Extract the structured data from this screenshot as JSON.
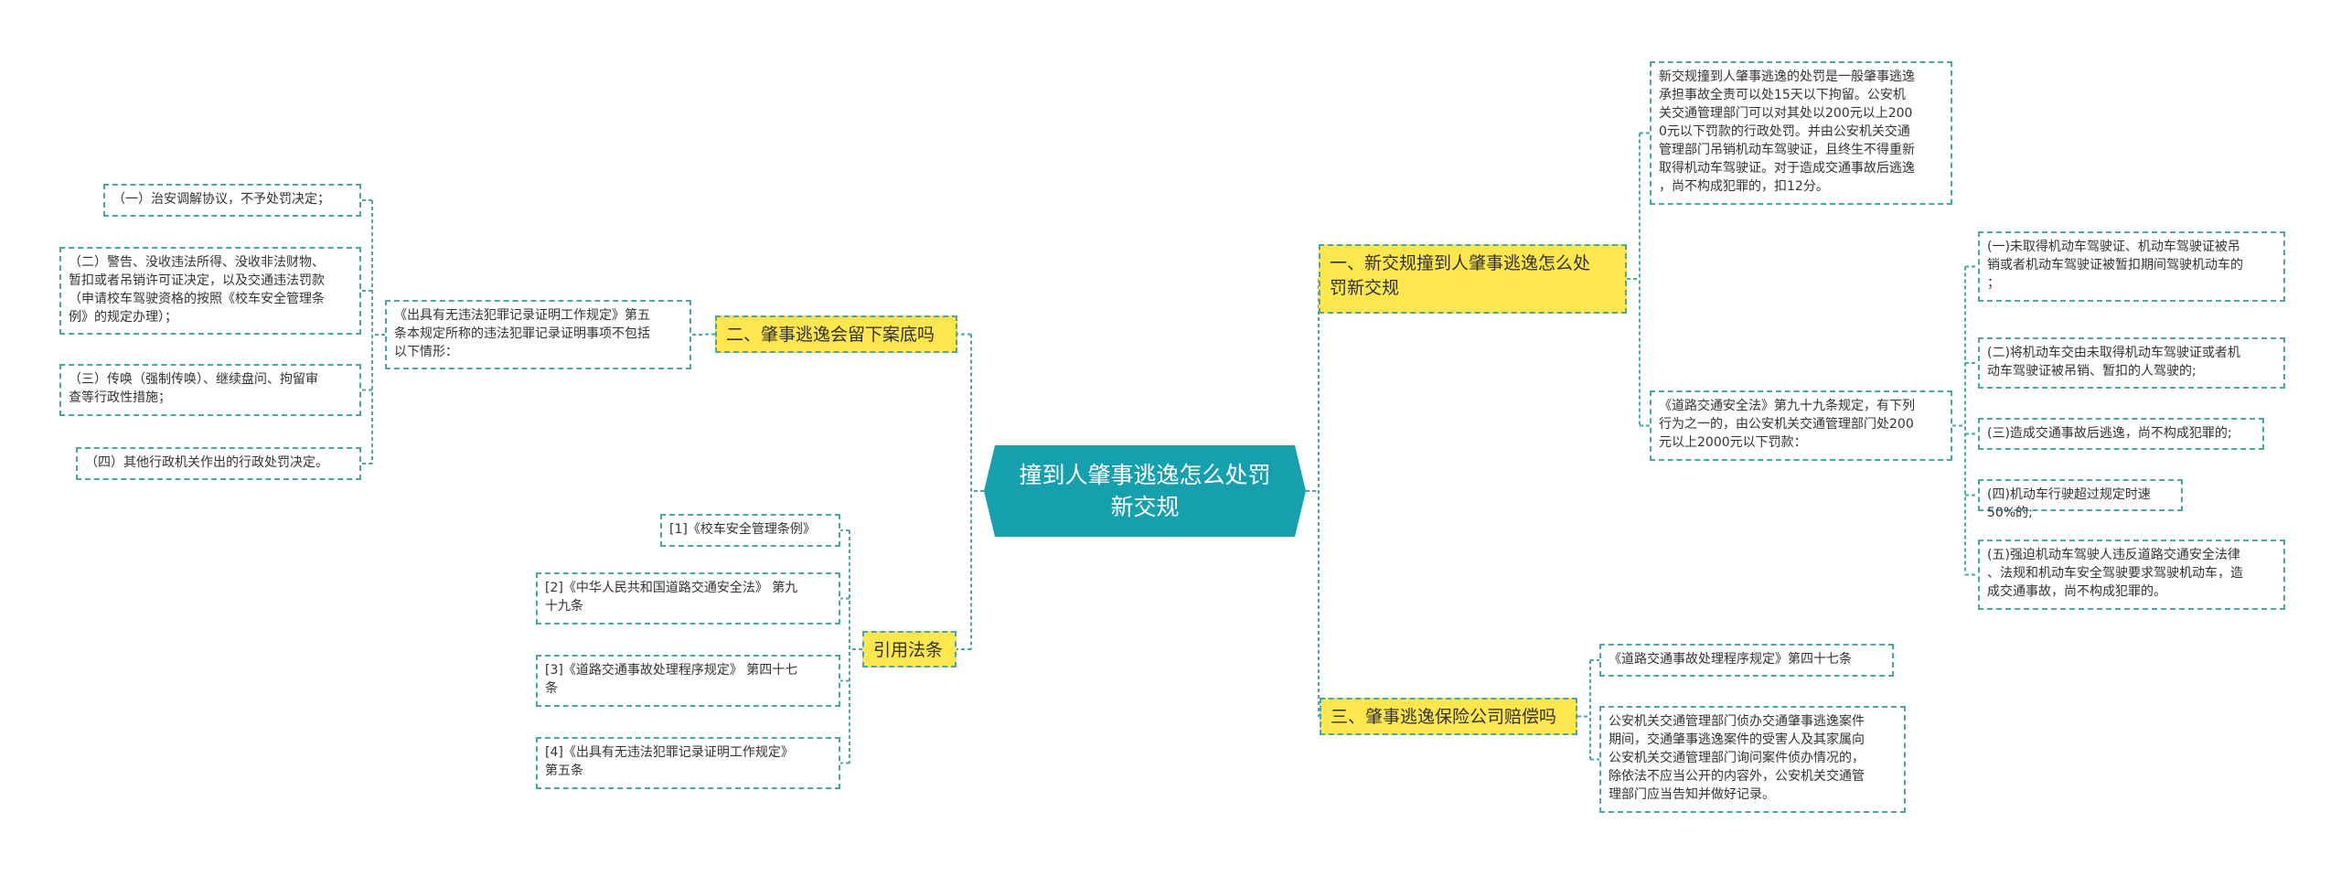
{
  "colors": {
    "root_fill": "#16a0ad",
    "branch_fill": "#fde64e",
    "edge": "#4aa7a8"
  },
  "root": {
    "label": "撞到人肇事逃逸怎么处罚\n新交规"
  },
  "branches": {
    "b1": "一、新交规撞到人肇事逃逸怎么处\n罚新交规",
    "b2": "二、肇事逃逸会留下案底吗",
    "b3": "三、肇事逃逸保险公司赔偿吗",
    "b4": "引用法条"
  },
  "leaves": {
    "r1a": "新交规撞到人肇事逃逸的处罚是一般肇事逃逸\n承担事故全责可以处15天以下拘留。公安机\n关交通管理部门可以对其处以200元以上200\n0元以下罚款的行政处罚。并由公安机关交通\n管理部门吊销机动车驾驶证，且终生不得重新\n取得机动车驾驶证。对于造成交通事故后逃逸\n，尚不构成犯罪的，扣12分。",
    "r1b": "《道路交通安全法》第九十九条规定，有下列\n行为之一的，由公安机关交通管理部门处200\n元以上2000元以下罚款：",
    "r1b1": "(一)未取得机动车驾驶证、机动车驾驶证被吊\n销或者机动车驾驶证被暂扣期间驾驶机动车的\n；",
    "r1b2": "(二)将机动车交由未取得机动车驾驶证或者机\n动车驾驶证被吊销、暂扣的人驾驶的;",
    "r1b3": "(三)造成交通事故后逃逸，尚不构成犯罪的;",
    "r1b4": "(四)机动车行驶超过规定时速50%的;",
    "r1b5": "(五)强迫机动车驾驶人违反道路交通安全法律\n、法规和机动车安全驾驶要求驾驶机动车，造\n成交通事故，尚不构成犯罪的。",
    "r3a": "《道路交通事故处理程序规定》第四十七条",
    "r3b": "公安机关交通管理部门侦办交通肇事逃逸案件\n期间，交通肇事逃逸案件的受害人及其家属向\n公安机关交通管理部门询问案件侦办情况的，\n除依法不应当公开的内容外，公安机关交通管\n理部门应当告知并做好记录。",
    "l2a": "《出具有无违法犯罪记录证明工作规定》第五\n条本规定所称的违法犯罪记录证明事项不包括\n以下情形：",
    "l2a1": "（一）治安调解协议，不予处罚决定；",
    "l2a2": "（二）警告、没收违法所得、没收非法财物、\n暂扣或者吊销许可证决定，以及交通违法罚款\n（申请校车驾驶资格的按照《校车安全管理条\n例》的规定办理）；",
    "l2a3": "（三）传唤（强制传唤）、继续盘问、拘留审\n查等行政性措施；",
    "l2a4": "（四）其他行政机关作出的行政处罚决定。",
    "l4a": "[1]《校车安全管理条例》",
    "l4b": "[2]《中华人民共和国道路交通安全法》 第九\n十九条",
    "l4c": "[3]《道路交通事故处理程序规定》 第四十七\n条",
    "l4d": "[4]《出具有无违法犯罪记录证明工作规定》\n第五条"
  }
}
